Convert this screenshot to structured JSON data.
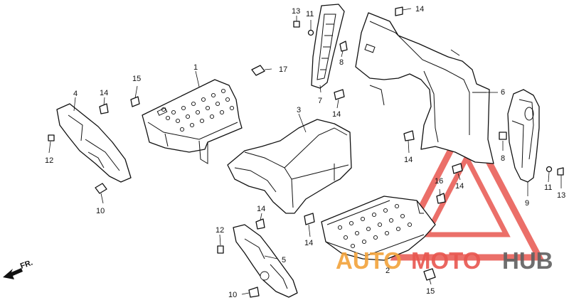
{
  "diagram": {
    "callouts": [
      {
        "id": "c1",
        "text": "1"
      },
      {
        "id": "c2",
        "text": "2"
      },
      {
        "id": "c3",
        "text": "3"
      },
      {
        "id": "c4",
        "text": "4"
      },
      {
        "id": "c5",
        "text": "5"
      },
      {
        "id": "c6",
        "text": "6"
      },
      {
        "id": "c7",
        "text": "7"
      },
      {
        "id": "c8a",
        "text": "8"
      },
      {
        "id": "c8b",
        "text": "8"
      },
      {
        "id": "c9",
        "text": "9"
      },
      {
        "id": "c10a",
        "text": "10"
      },
      {
        "id": "c10b",
        "text": "10"
      },
      {
        "id": "c11a",
        "text": "11"
      },
      {
        "id": "c11b",
        "text": "11"
      },
      {
        "id": "c12a",
        "text": "12"
      },
      {
        "id": "c12b",
        "text": "12"
      },
      {
        "id": "c13a",
        "text": "13"
      },
      {
        "id": "c13b",
        "text": "13"
      },
      {
        "id": "c14a",
        "text": "14"
      },
      {
        "id": "c14b",
        "text": "14"
      },
      {
        "id": "c14c",
        "text": "14"
      },
      {
        "id": "c14d",
        "text": "14"
      },
      {
        "id": "c14e",
        "text": "14"
      },
      {
        "id": "c14f",
        "text": "14"
      },
      {
        "id": "c14g",
        "text": "14"
      },
      {
        "id": "c15a",
        "text": "15"
      },
      {
        "id": "c15b",
        "text": "15"
      },
      {
        "id": "c16",
        "text": "16"
      },
      {
        "id": "c17",
        "text": "17"
      }
    ],
    "direction_label": "FR.",
    "watermark": {
      "part1": "AUTO",
      "part2": "MOTO",
      "part3": "HUB",
      "color_red": "#e8564f",
      "color_orange": "#f2a23a",
      "color_gray": "#606060"
    }
  }
}
